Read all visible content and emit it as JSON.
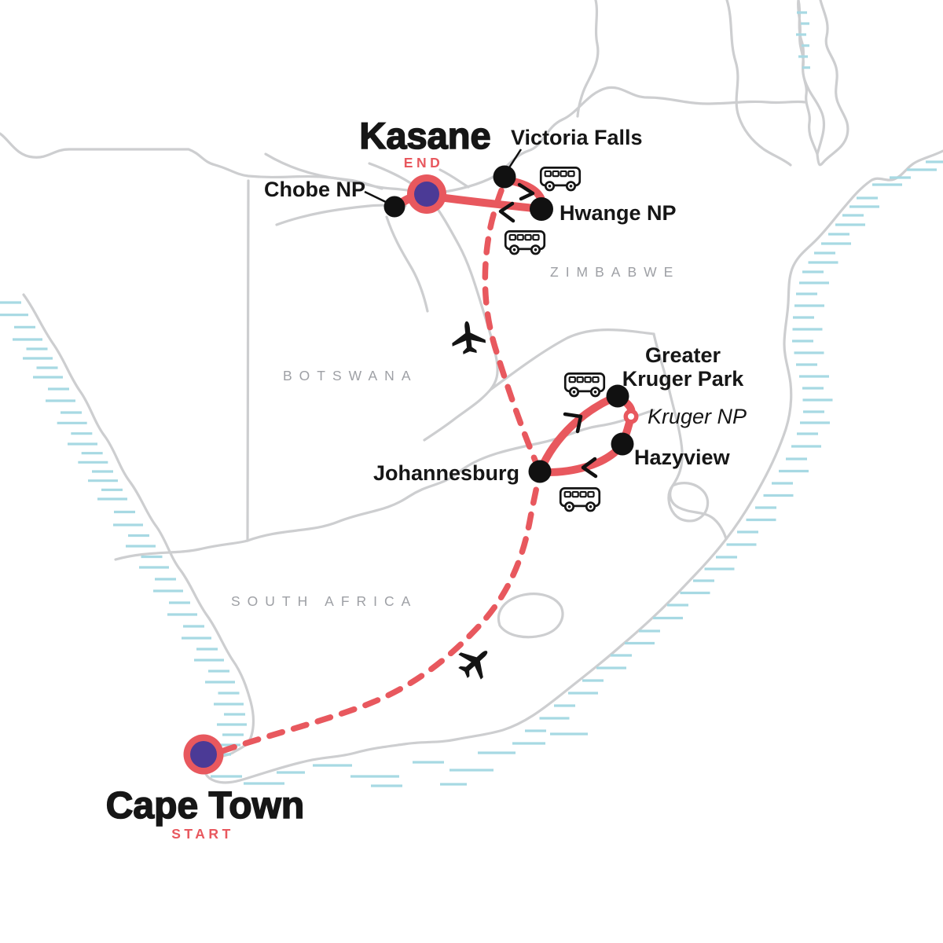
{
  "colors": {
    "route_red": "#E8585E",
    "marker_purple": "#4B3A96",
    "map_line_gray": "#CDCED0",
    "coast_hatch_blue": "#A7D9E3",
    "country_label_gray": "#9EA0A5",
    "label_black": "#161616",
    "dot_black": "#111111",
    "waypoint_white": "#FFFFFF"
  },
  "countries": {
    "botswana": "BOTSWANA",
    "zimbabwe": "ZIMBABWE",
    "south_africa": "SOUTH AFRICA"
  },
  "stops": {
    "cape_town": {
      "name": "Cape Town",
      "badge": "START"
    },
    "johannesburg": {
      "name": "Johannesburg"
    },
    "greater_kruger_park": {
      "name_line_1": "Greater",
      "name_line_2": "Kruger Park"
    },
    "kruger_np": {
      "name": "Kruger NP"
    },
    "hazyview": {
      "name": "Hazyview"
    },
    "victoria_falls": {
      "name": "Victoria Falls"
    },
    "hwange_np": {
      "name": "Hwange NP"
    },
    "kasane": {
      "name": "Kasane",
      "badge": "END"
    },
    "chobe_np": {
      "name": "Chobe NP"
    }
  },
  "icons": {
    "road_transport": "bus-icon",
    "flight_transport": "plane-icon",
    "start_end_marker": "purple-ring-marker",
    "stop_marker": "black-dot",
    "park_waypoint": "white-ring-dot"
  }
}
